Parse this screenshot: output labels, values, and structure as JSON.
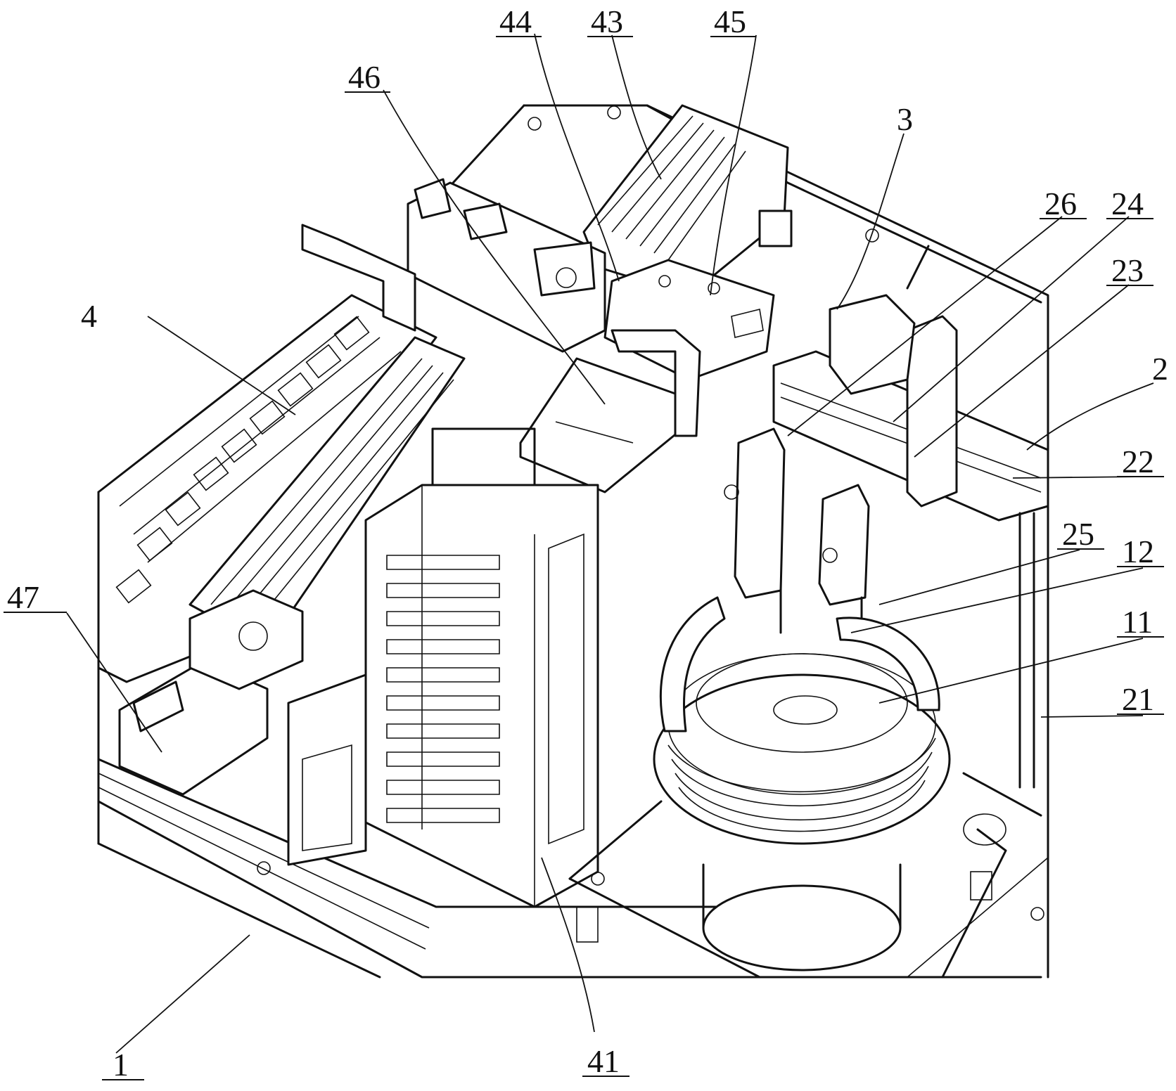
{
  "labels": [
    {
      "id": "l44",
      "text": "44"
    },
    {
      "id": "l43",
      "text": "43"
    },
    {
      "id": "l45",
      "text": "45"
    },
    {
      "id": "l46",
      "text": "46"
    },
    {
      "id": "l3",
      "text": "3"
    },
    {
      "id": "l26",
      "text": "26"
    },
    {
      "id": "l24",
      "text": "24"
    },
    {
      "id": "l23",
      "text": "23"
    },
    {
      "id": "l2",
      "text": "2"
    },
    {
      "id": "l4",
      "text": "4"
    },
    {
      "id": "l22",
      "text": "22"
    },
    {
      "id": "l25",
      "text": "25"
    },
    {
      "id": "l12",
      "text": "12"
    },
    {
      "id": "l47",
      "text": "47"
    },
    {
      "id": "l11",
      "text": "11"
    },
    {
      "id": "l21",
      "text": "21"
    },
    {
      "id": "l1",
      "text": "1"
    },
    {
      "id": "l41",
      "text": "41"
    }
  ]
}
